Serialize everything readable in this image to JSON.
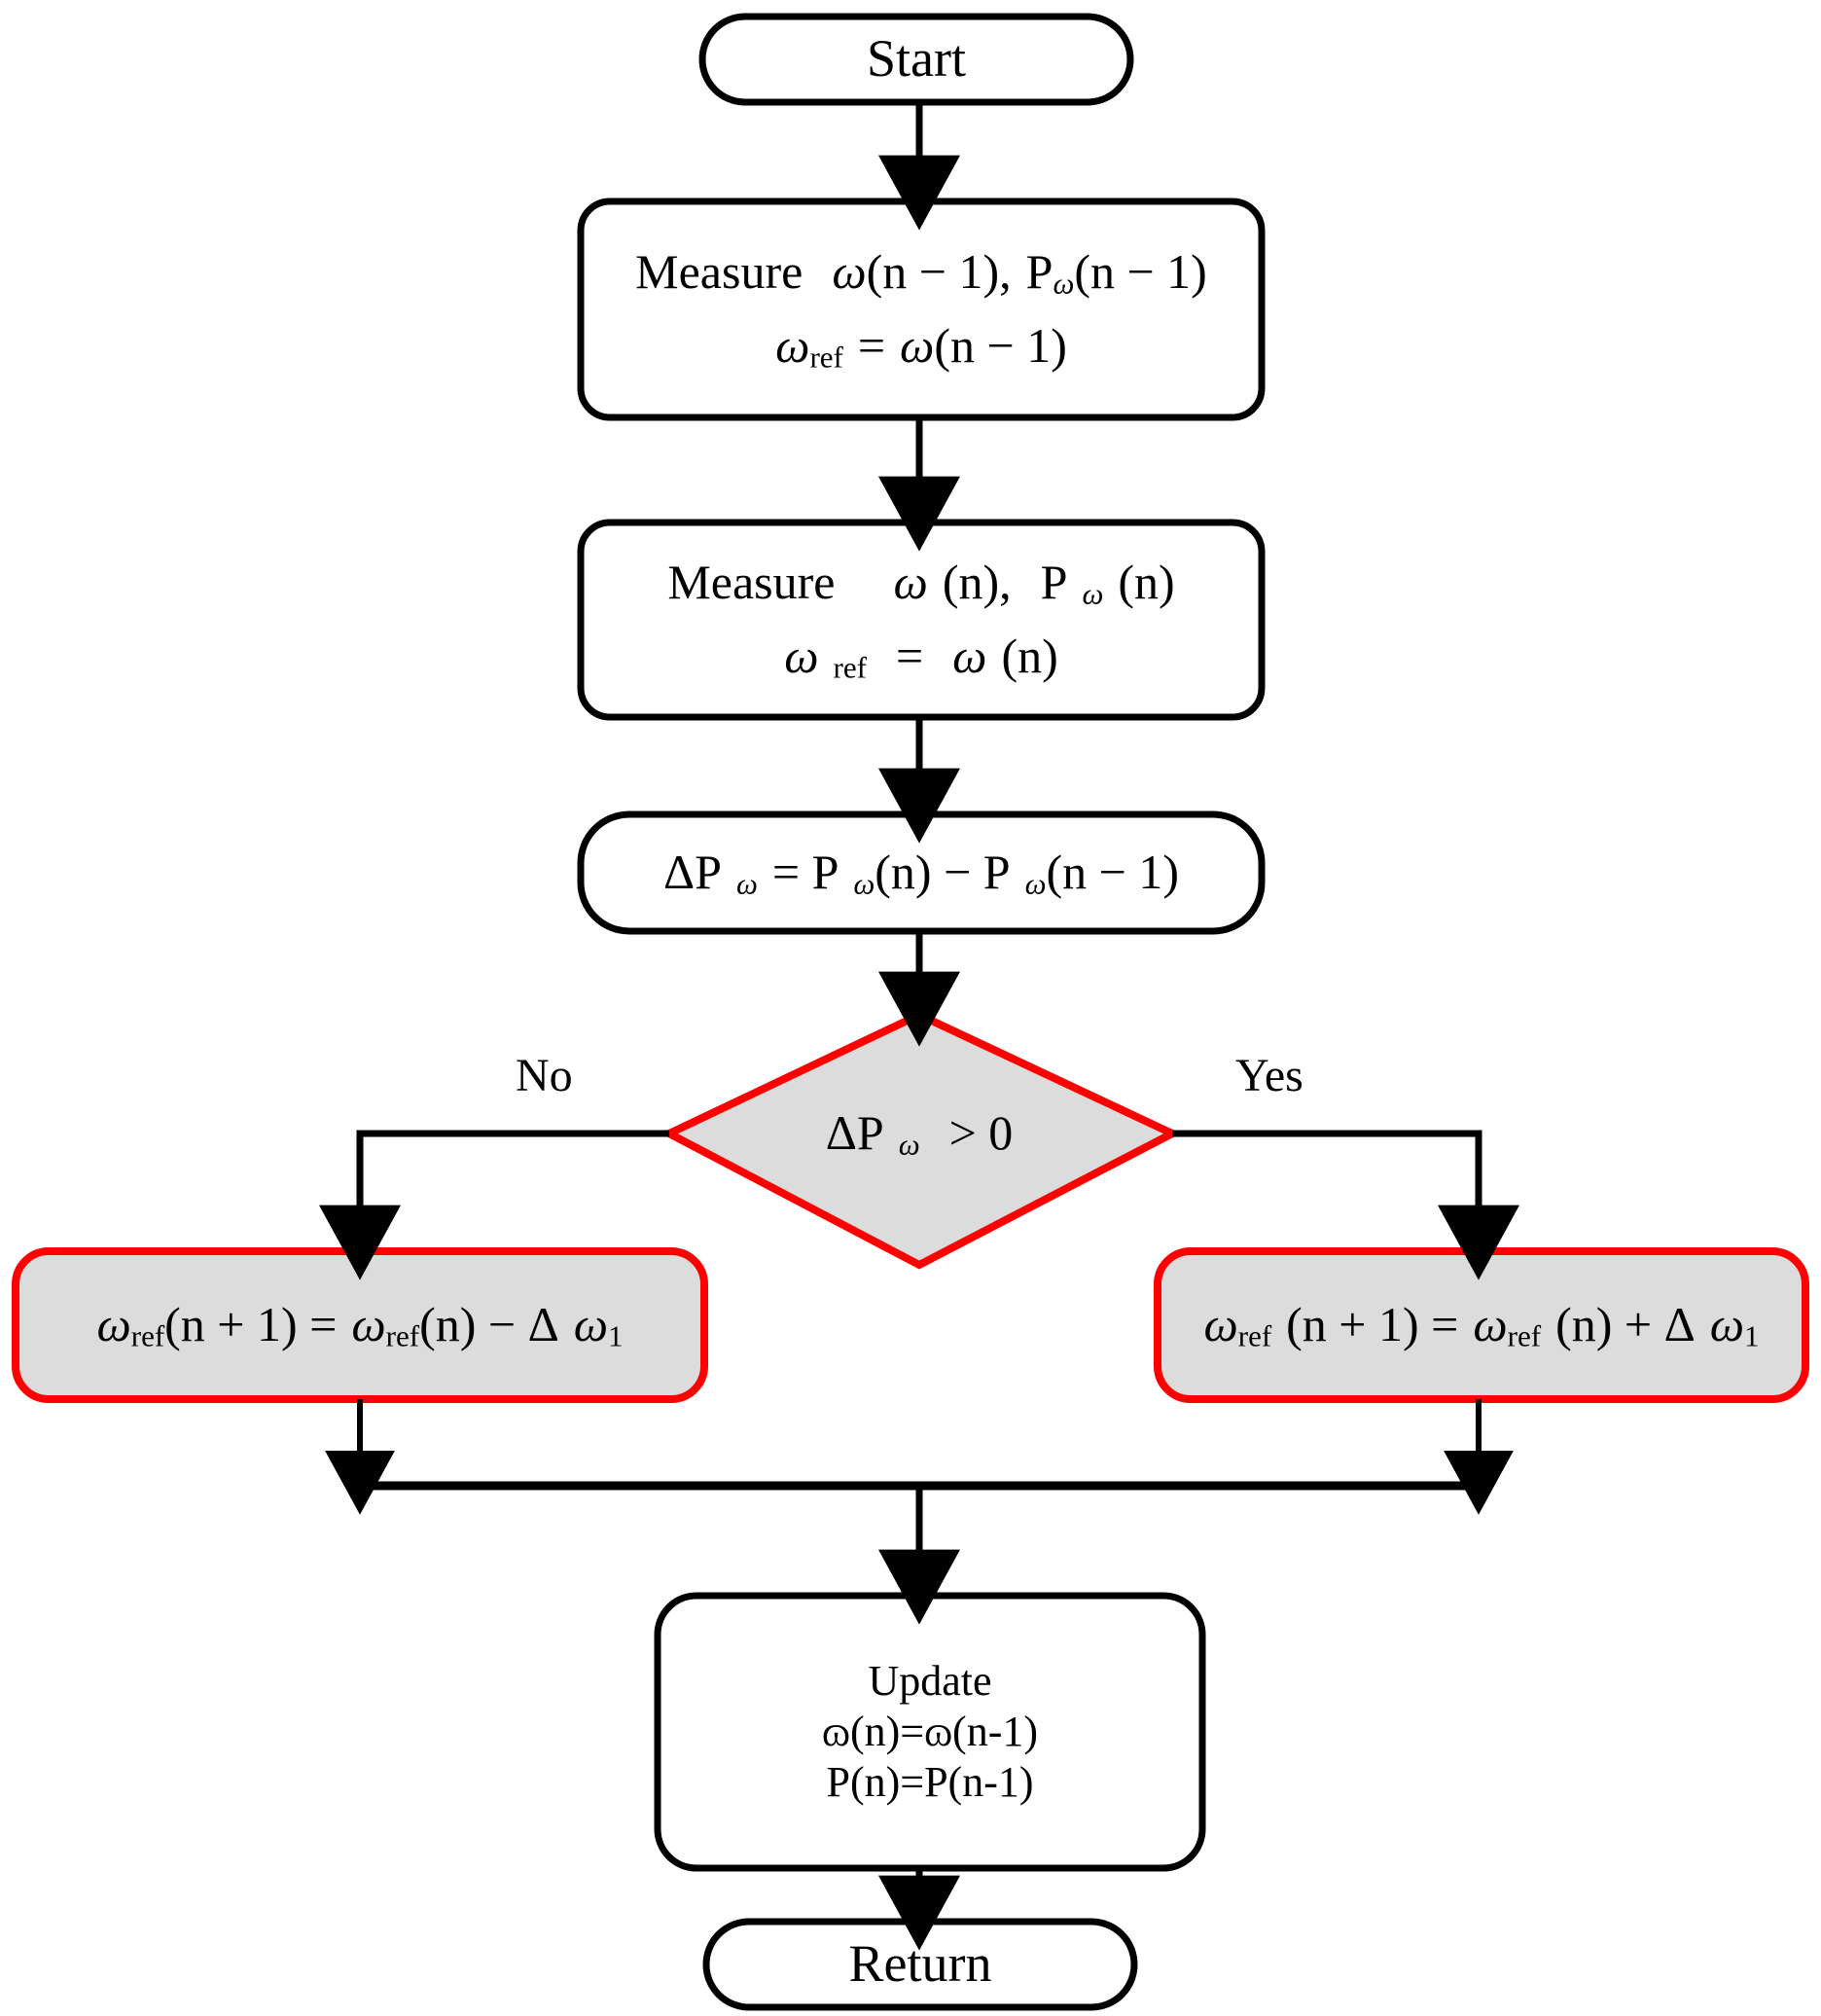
{
  "diagram": {
    "type": "flowchart",
    "title": "Perturb and Observe MPPT flowchart",
    "colors": {
      "stroke_black": "#000000",
      "stroke_red": "#FF0000",
      "fill_white": "#FFFFFF",
      "fill_gray": "#DCDCDC",
      "text": "#000000"
    },
    "nodes": [
      {
        "id": "start",
        "shape": "rounded-terminal",
        "label": "Start",
        "border": "#000000",
        "fill": "#FFFFFF"
      },
      {
        "id": "measure-prev",
        "shape": "rounded-process",
        "line1_prefix": "Measure",
        "line1_omega": "ω",
        "line1_arg1": "(n − 1),",
        "line1_p": "P",
        "line1_p_sub": "ω",
        "line1_arg2": "(n − 1)",
        "line2_omega": "ω",
        "line2_sub": "ref",
        "line2_eq": "=",
        "line2_omega2": "ω",
        "line2_arg": "(n − 1)",
        "border": "#000000",
        "fill": "#FFFFFF"
      },
      {
        "id": "measure-now",
        "shape": "rounded-process",
        "line1_prefix": "Measure",
        "line1_omega": "ω",
        "line1_arg1": "(n),",
        "line1_p": "P",
        "line1_p_sub": "ω",
        "line1_arg2": "(n)",
        "line2_omega": "ω",
        "line2_sub": "ref",
        "line2_eq": "=",
        "line2_omega2": "ω",
        "line2_arg": "(n)",
        "border": "#000000",
        "fill": "#FFFFFF"
      },
      {
        "id": "delta-p",
        "shape": "rounded-process",
        "d": "ΔP",
        "d_sub": "ω",
        "eq": "= P",
        "p1_sub": "ω",
        "p1_arg": "(n) − P",
        "p2_sub": "ω",
        "p2_arg": "(n − 1)",
        "border": "#000000",
        "fill": "#FFFFFF"
      },
      {
        "id": "decision",
        "shape": "diamond",
        "d": "ΔP",
        "d_sub": "ω",
        "cmp": "> 0",
        "border": "#FF0000",
        "fill": "#DCDCDC"
      },
      {
        "id": "branch-no",
        "shape": "rounded-process",
        "omega1": "ω",
        "sub1": "ref",
        "arg1": "(n + 1) =",
        "omega2": "ω",
        "sub2": "ref",
        "arg2": "(n) − Δ",
        "omega3": "ω",
        "sub3": "1",
        "border": "#FF0000",
        "fill": "#DCDCDC"
      },
      {
        "id": "branch-yes",
        "shape": "rounded-process",
        "omega1": "ω",
        "sub1": "ref",
        "arg1": "(n + 1) =",
        "omega2": "ω",
        "sub2": "ref",
        "arg2": "(n) + Δ",
        "omega3": "ω",
        "sub3": "1",
        "border": "#FF0000",
        "fill": "#DCDCDC"
      },
      {
        "id": "update",
        "shape": "rounded-process",
        "line1": "Update",
        "line2": "ɷ(n)=ɷ(n-1)",
        "line3": "P(n)=P(n-1)",
        "border": "#000000",
        "fill": "#FFFFFF"
      },
      {
        "id": "return",
        "shape": "rounded-terminal",
        "label": "Return",
        "border": "#000000",
        "fill": "#FFFFFF"
      }
    ],
    "edge_labels": {
      "no": "No",
      "yes": "Yes"
    },
    "edges": [
      {
        "from": "start",
        "to": "measure-prev",
        "label": ""
      },
      {
        "from": "measure-prev",
        "to": "measure-now",
        "label": ""
      },
      {
        "from": "measure-now",
        "to": "delta-p",
        "label": ""
      },
      {
        "from": "delta-p",
        "to": "decision",
        "label": ""
      },
      {
        "from": "decision",
        "to": "branch-no",
        "label": "No"
      },
      {
        "from": "decision",
        "to": "branch-yes",
        "label": "Yes"
      },
      {
        "from": "branch-no",
        "to": "update",
        "label": ""
      },
      {
        "from": "branch-yes",
        "to": "update",
        "label": ""
      },
      {
        "from": "update",
        "to": "return",
        "label": ""
      }
    ]
  }
}
